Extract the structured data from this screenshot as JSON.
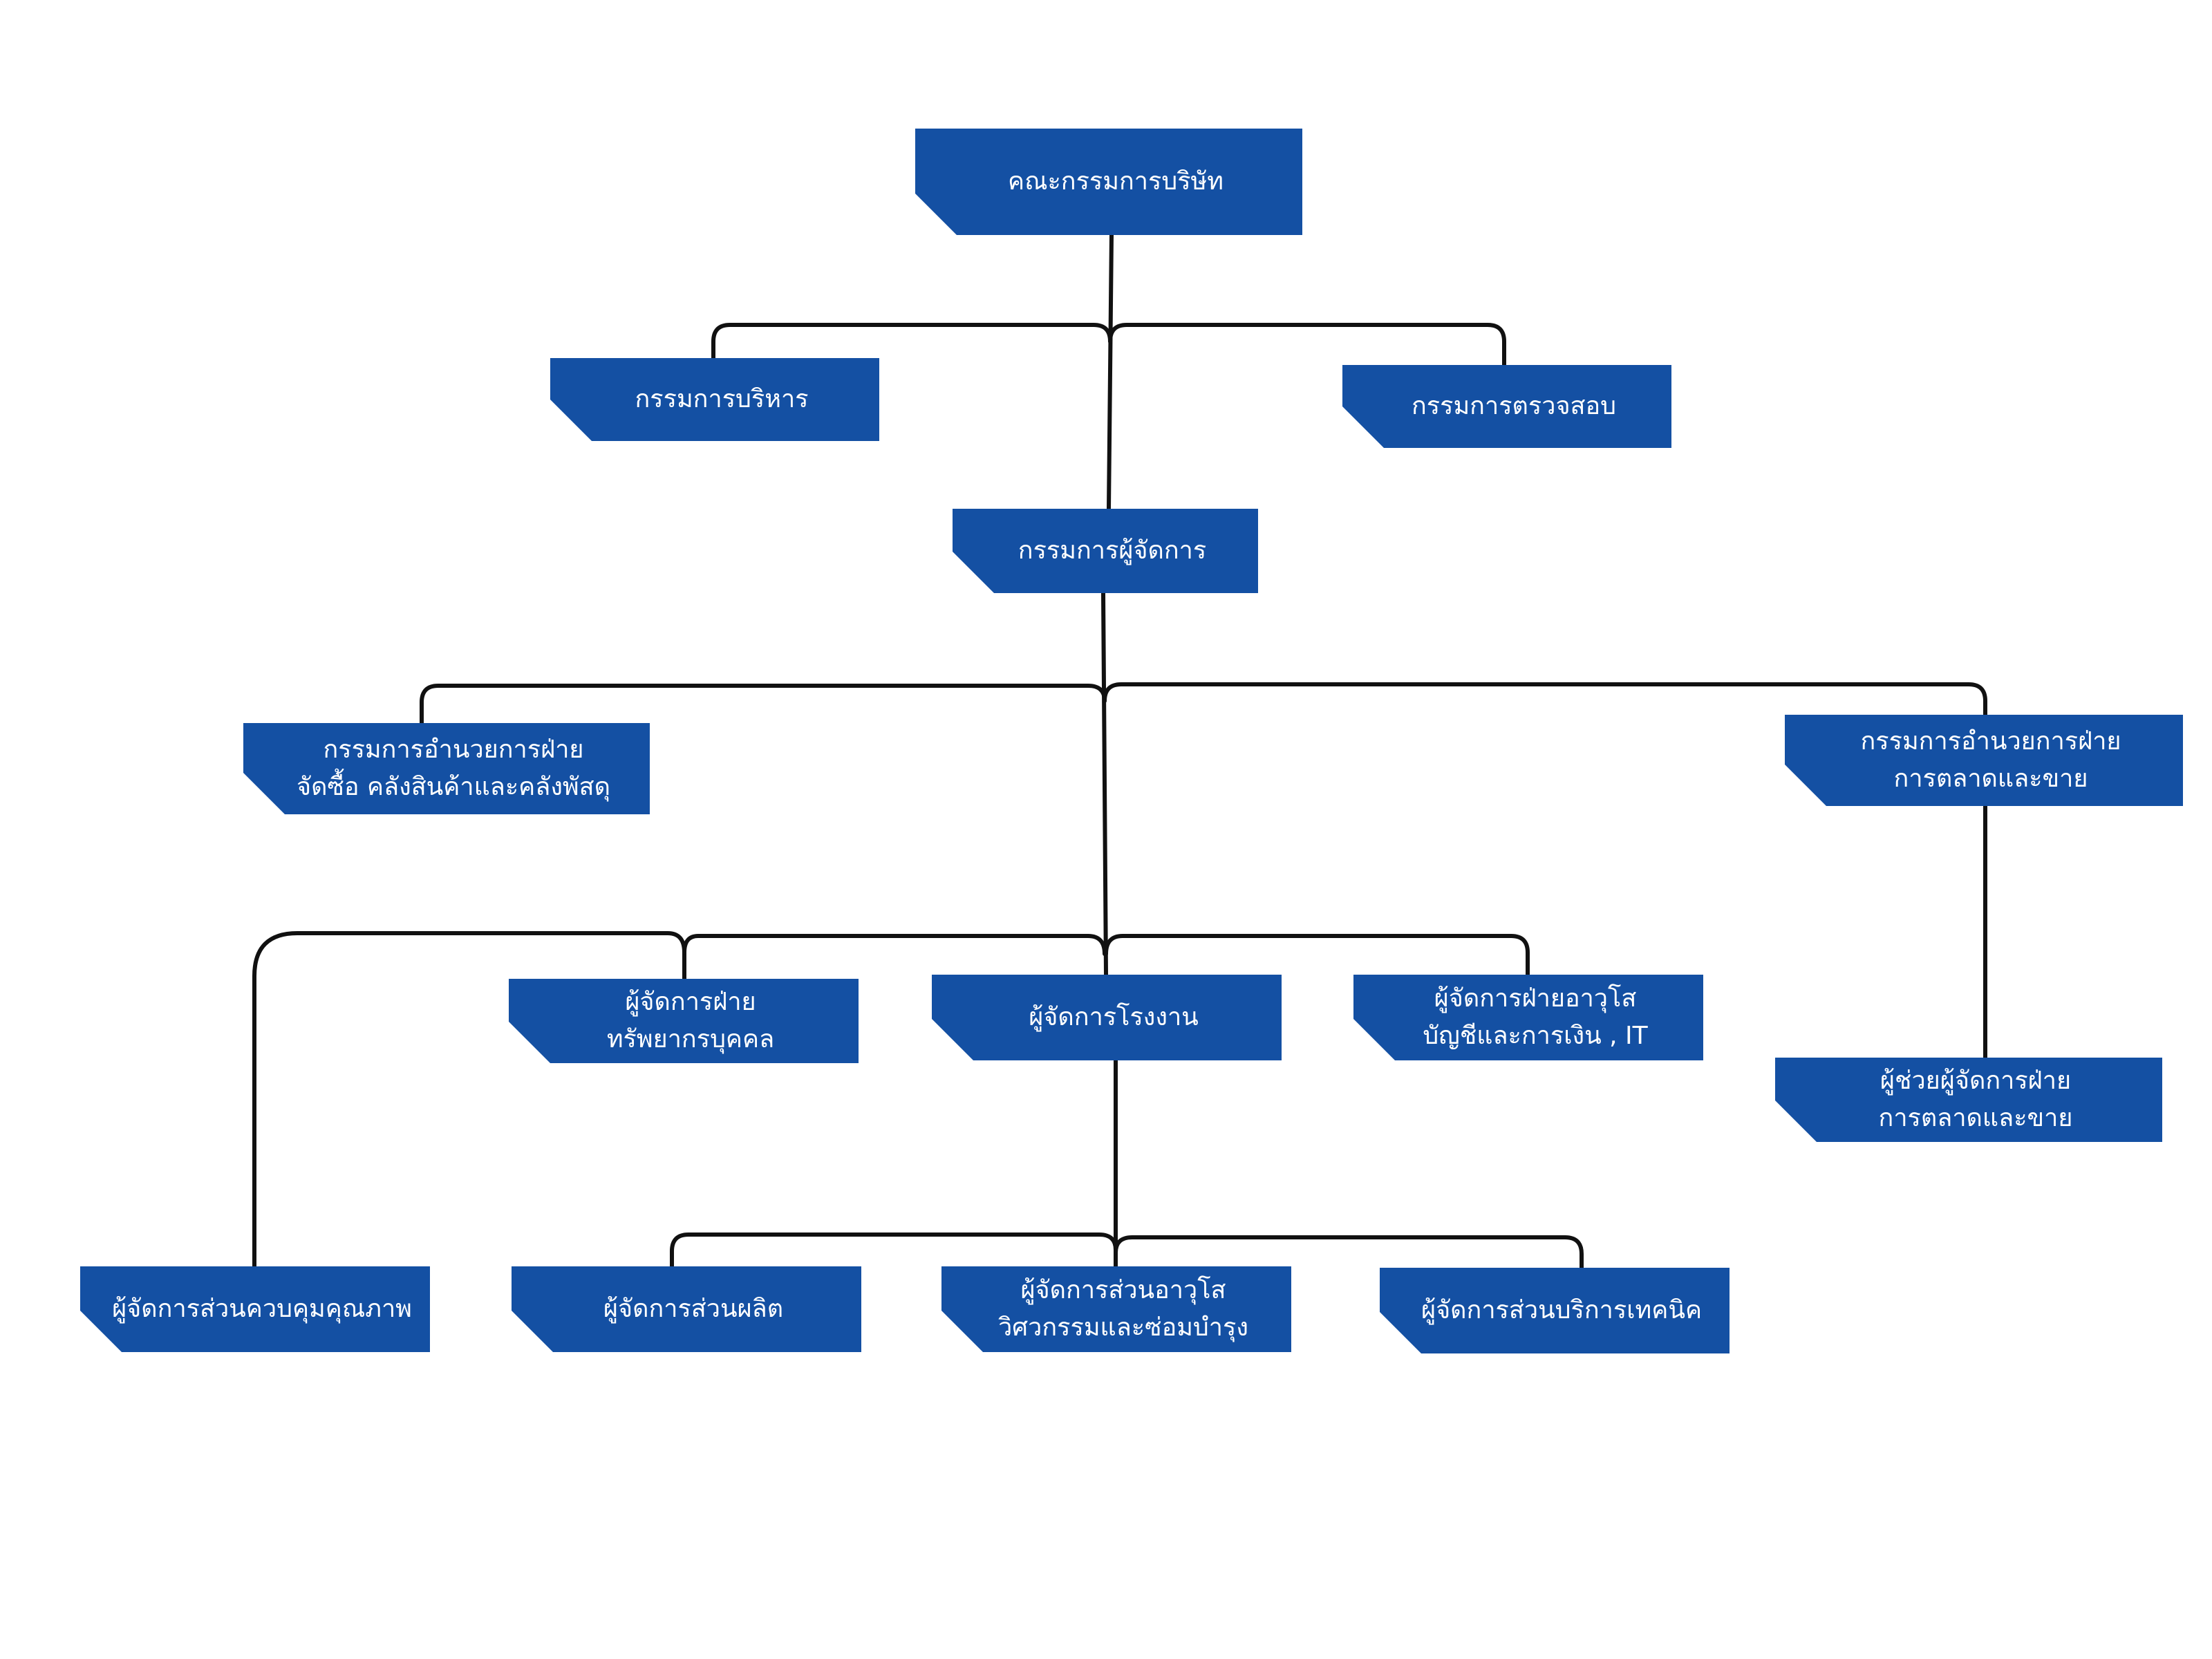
{
  "colors": {
    "box_fill": "#1450a3",
    "box_text": "#ffffff",
    "connector": "#111111",
    "background": "#ffffff"
  },
  "org_chart": {
    "board": "คณะกรรมการบริษัท",
    "executive_committee": "กรรมการบริหาร",
    "audit_committee": "กรรมการตรวจสอบ",
    "managing_director": "กรรมการผู้จัดการ",
    "director_purchasing": "กรรมการอำนวยการฝ่าย\nจัดซื้อ คลังสินค้าและคลังพัสดุ",
    "director_marketing": "กรรมการอำนวยการฝ่าย\nการตลาดและขาย",
    "manager_hr": "ผู้จัดการฝ่าย\nทรัพยากรบุคคล",
    "manager_plant": "ผู้จัดการโรงงาน",
    "manager_accounting": "ผู้จัดการฝ่ายอาวุโส\nบัญชีและการเงิน , IT",
    "assistant_marketing": "ผู้ช่วยผู้จัดการฝ่าย\nการตลาดและขาย",
    "manager_qc": "ผู้จัดการส่วนควบคุมคุณภาพ",
    "manager_production": "ผู้จัดการส่วนผลิต",
    "manager_engineering": "ผู้จัดการส่วนอาวุโส\nวิศวกรรมและซ่อมบำรุง",
    "manager_technical": "ผู้จัดการส่วนบริการเทคนิค"
  }
}
